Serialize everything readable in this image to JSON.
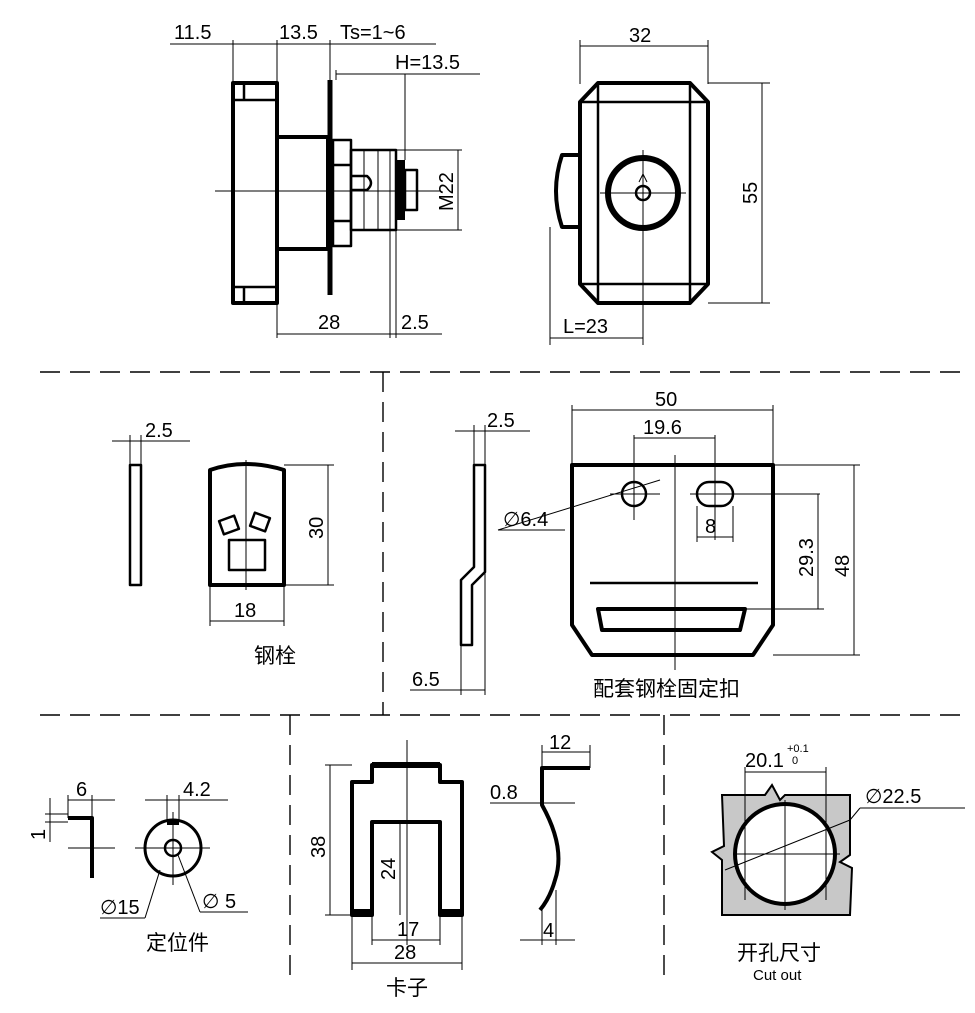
{
  "top": {
    "dims": {
      "d_11_5": "11.5",
      "d_13_5": "13.5",
      "ts": "Ts=1~6",
      "h": "H=13.5",
      "m22": "M22",
      "d_28": "28",
      "d_2_5": "2.5",
      "d_32": "32",
      "d_55": "55",
      "l": "L=23"
    }
  },
  "middle": {
    "bolt": {
      "d_2_5": "2.5",
      "d_30": "30",
      "d_18": "18",
      "label": "钢栓"
    },
    "keeper": {
      "d_2_5": "2.5",
      "d_50": "50",
      "d_19_6": "19.6",
      "hole": "∅6.4",
      "d_8": "8",
      "d_29_3": "29.3",
      "d_48": "48",
      "d_6_5": "6.5",
      "label": "配套钢栓固定扣"
    }
  },
  "bottom": {
    "locator": {
      "d_6": "6",
      "d_1": "1",
      "d_4_2": "4.2",
      "d_15": "∅15",
      "d_5": "∅ 5",
      "label": "定位件"
    },
    "clip": {
      "d_38": "38",
      "d_24": "24",
      "d_17": "17",
      "d_28": "28",
      "d_12": "12",
      "d_0_8": "0.8",
      "d_4": "4",
      "label": "卡子"
    },
    "cutout": {
      "d_20_1": "20.1",
      "tol_upper": "+0.1",
      "tol_lower": "0",
      "dia": "∅22.5",
      "label_cn": "开孔尺寸",
      "label_en": "Cut out"
    }
  }
}
